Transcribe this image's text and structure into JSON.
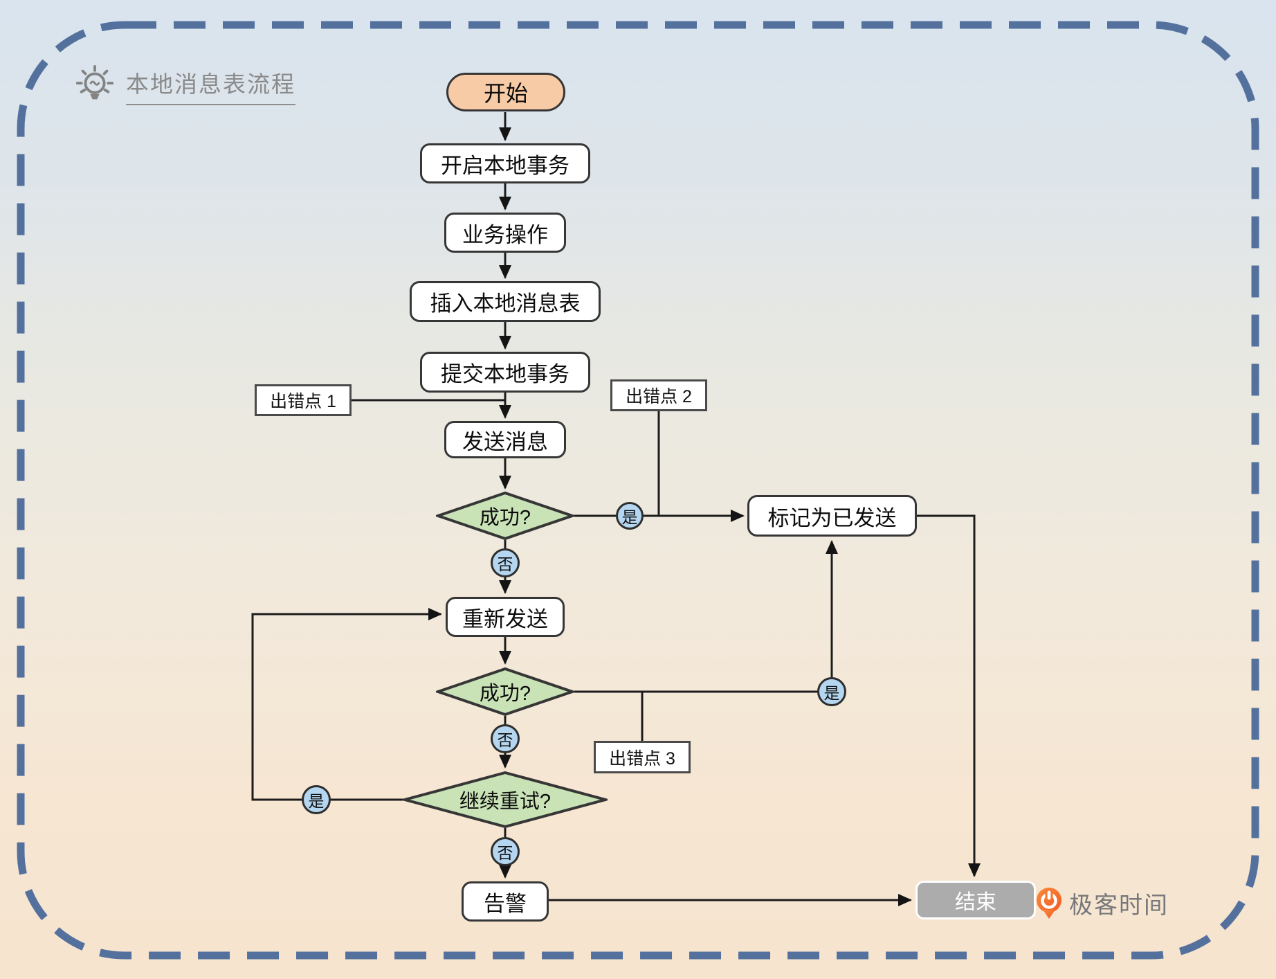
{
  "header": {
    "title": "本地消息表流程",
    "icon": "lightbulb-icon"
  },
  "nodes": {
    "start": "开始",
    "open_local_tx": "开启本地事务",
    "business_op": "业务操作",
    "insert_local_msg": "插入本地消息表",
    "commit_local_tx": "提交本地事务",
    "send_message": "发送消息",
    "send_success": "成功?",
    "mark_as_sent": "标记为已发送",
    "resend": "重新发送",
    "resend_success": "成功?",
    "continue_retry": "继续重试?",
    "alert": "告警",
    "end": "结束"
  },
  "branch_labels": {
    "yes": "是",
    "no": "否"
  },
  "error_labels": {
    "error1": "出错点 1",
    "error2": "出错点 2",
    "error3": "出错点 3"
  },
  "branding": {
    "logo": "geektime-logo",
    "name": "极客时间"
  },
  "colors": {
    "background_top": "#D9E4EE",
    "background_bottom": "#F6E4CE",
    "frame_dash": "#54719E",
    "start_fill": "#F7CBA6",
    "process_fill": "#FFFFFF",
    "decision_fill": "#C9E2B6",
    "branch_badge_fill": "#B5D6F0",
    "end_fill": "#ACACAC",
    "edge": "#1C1C1C",
    "title_gray": "#8A8A8A",
    "logo_orange": "#F6682F"
  }
}
